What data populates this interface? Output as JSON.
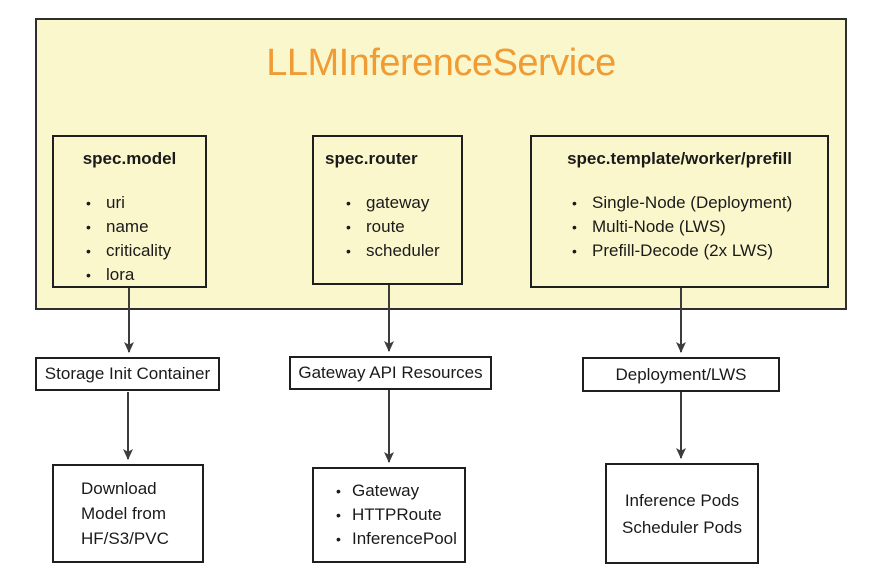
{
  "diagram": {
    "title": "LLMInferenceService",
    "bullet_glyph": "•",
    "colors": {
      "container_fill": "#FBF7CC",
      "container_border": "#2E2E2E",
      "title_text": "#F09B33",
      "box_border": "#1F1F1F",
      "box_fill": "#FFFFFF",
      "arrow": "#3C3C3C",
      "text": "#1A1A1A"
    },
    "spec_boxes": [
      {
        "title": "spec.model",
        "items": [
          "uri",
          "name",
          "criticality",
          "lora"
        ]
      },
      {
        "title": "spec.router",
        "items": [
          "gateway",
          "route",
          "scheduler"
        ]
      },
      {
        "title": "spec.template/worker/prefill",
        "items": [
          "Single-Node (Deployment)",
          "Multi-Node (LWS)",
          "Prefill-Decode (2x LWS)"
        ]
      }
    ],
    "mid_boxes": [
      {
        "label": "Storage Init Container"
      },
      {
        "label": "Gateway API Resources"
      },
      {
        "label": "Deployment/LWS"
      }
    ],
    "bottom_boxes": [
      {
        "lines": [
          "Download",
          "Model from",
          "HF/S3/PVC"
        ]
      },
      {
        "items": [
          "Gateway",
          "HTTPRoute",
          "InferencePool"
        ]
      },
      {
        "lines": [
          "Inference Pods",
          "Scheduler Pods"
        ]
      }
    ]
  }
}
